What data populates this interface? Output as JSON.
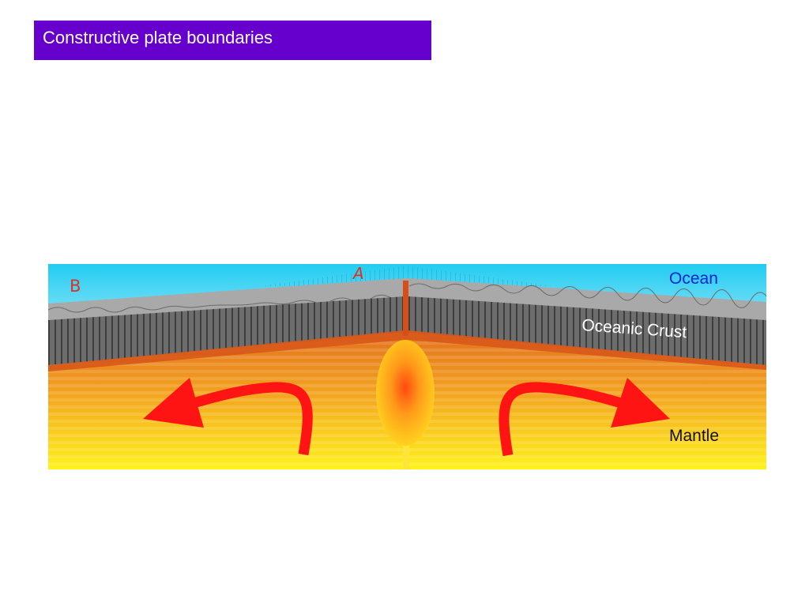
{
  "title": "Constructive plate boundaries",
  "labels": {
    "a": "A",
    "b": "B",
    "ocean": "Ocean",
    "crust": "Oceanic Crust",
    "mantle": "Mantle"
  },
  "colors": {
    "title_bg": "#6600cc",
    "ocean": "#33ccf0",
    "crust": "#6a6a6a",
    "sediment": "#a9a9a9",
    "mantle_top": "#e07020",
    "mantle_bottom": "#ffee22",
    "arrow": "#ff1414",
    "ocean_label": "#0022dd",
    "handwritten_label": "#e03020"
  },
  "icons": [
    "convection-arrow-left",
    "convection-arrow-right",
    "magma-plume"
  ]
}
